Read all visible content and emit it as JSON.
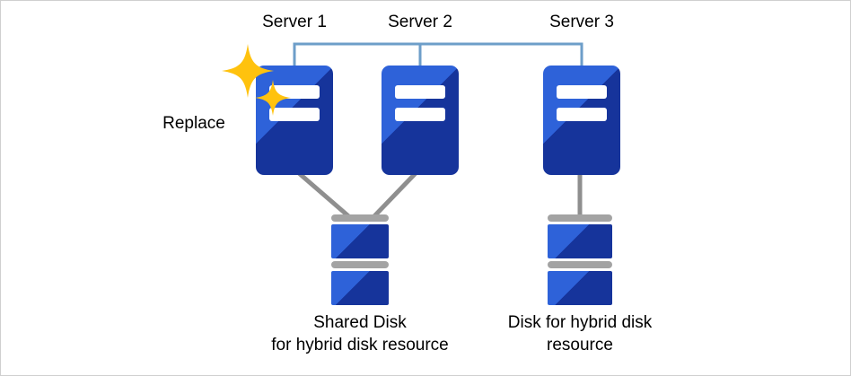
{
  "diagram": {
    "servers": [
      {
        "label": "Server 1"
      },
      {
        "label": "Server 2"
      },
      {
        "label": "Server 3"
      }
    ],
    "replace_label": "Replace",
    "shared_disk_caption": {
      "line1": "Shared Disk",
      "line2": "for hybrid disk resource"
    },
    "right_disk_caption": {
      "line1": "Disk for hybrid disk",
      "line2": "resource"
    },
    "colors": {
      "server_blue_dark": "#16349b",
      "server_blue_light": "#2e62d9",
      "connector_blue": "#6d9ec9",
      "line_gray": "#8f8f8f",
      "disk_gray": "#a3a3a3",
      "sparkle_yellow": "#ffc20e"
    }
  }
}
